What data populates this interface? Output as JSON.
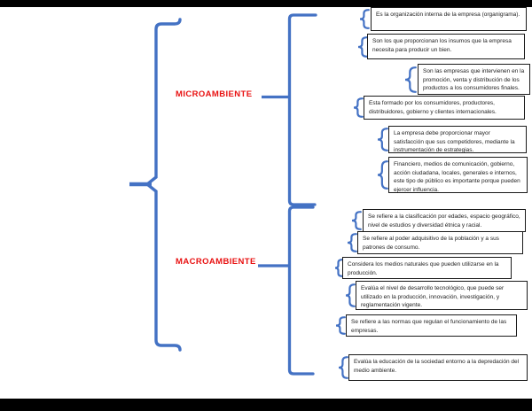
{
  "page": {
    "description": "Concept map of company environment factors",
    "background": "#ffffff",
    "letterbox_color": "#000000"
  },
  "colors": {
    "brace_blue": "#4472c4",
    "label_red": "#e81111",
    "box_border": "#1a1a1a",
    "box_text": "#222222"
  },
  "groups": [
    {
      "label": "MICROAMBIENTE",
      "items": [
        "Es la organización interna de la empresa (organigrama).",
        "Son los que proporcionan los insumos que la empresa necesita para producir un bien.",
        "Son las empresas que intervienen en la promoción, venta y distribución de los productos a los consumidores finales.",
        "Esta formado por los consumidores, productores, distribuidores, gobierno y clientes internacionales.",
        "La empresa debe proporcionar mayor satisfacción que sus competidores, mediante la instrumentación de estrategias.",
        "Financiero, medios de comunicación, gobierno, acción ciudadana, locales, generales e internos, este tipo de público es importante porque pueden ejercer influencia."
      ]
    },
    {
      "label": "MACROAMBIENTE",
      "items": [
        "Se refiere a la clasificación por edades, espacio geográfico, nivel de estudios y diversidad étnica y racial.",
        "Se refiere al poder adquisitivo de la población y a sus patrones de consumo.",
        "Considera los medios naturales que pueden utilizarse en la producción.",
        "Evalúa el nivel de desarrollo tecnológico, que puede ser utilizado en la producción, innovación, investigación, y reglamentación vigente.",
        "Se refiere a las normas que regulan el funcionamiento de las empresas.",
        "Evalúa la educación de la sociedad entorno a la depredación del medio ambiente."
      ]
    }
  ]
}
